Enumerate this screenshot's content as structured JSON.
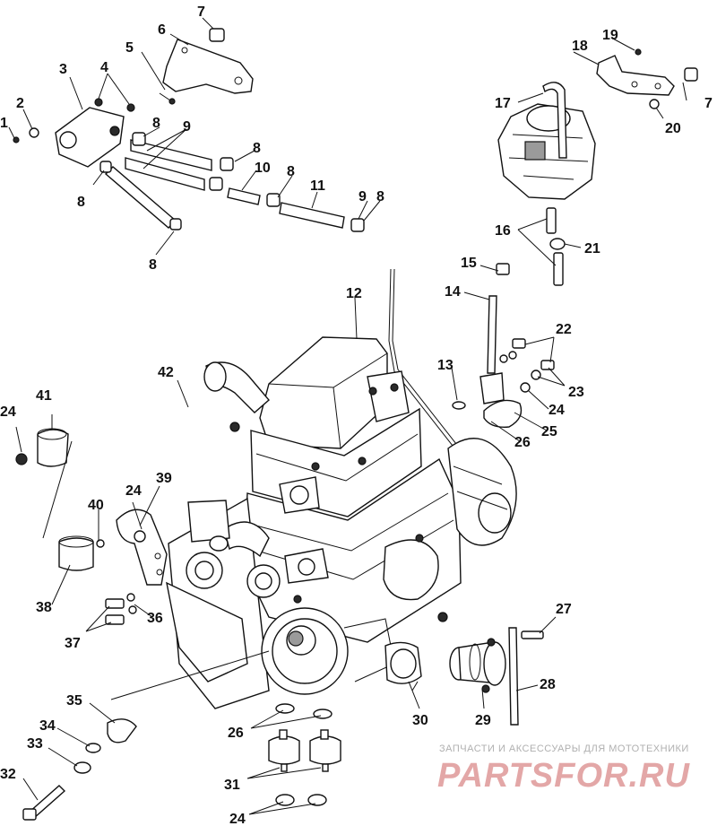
{
  "watermark": {
    "caption": "ЗАПЧАСТИ И АКСЕССУАРЫ ДЛЯ МОТОТЕХНИКИ",
    "logo": "PARTSFOR.RU"
  },
  "callouts": [
    "1",
    "2",
    "3",
    "4",
    "5",
    "6",
    "7",
    "7",
    "8",
    "8",
    "8",
    "8",
    "8",
    "8",
    "9",
    "9",
    "10",
    "11",
    "12",
    "13",
    "14",
    "15",
    "16",
    "17",
    "18",
    "19",
    "20",
    "21",
    "22",
    "23",
    "24",
    "24",
    "24",
    "24",
    "25",
    "26",
    "26",
    "27",
    "28",
    "29",
    "30",
    "31",
    "32",
    "33",
    "34",
    "35",
    "36",
    "37",
    "38",
    "39",
    "40",
    "41",
    "42"
  ]
}
